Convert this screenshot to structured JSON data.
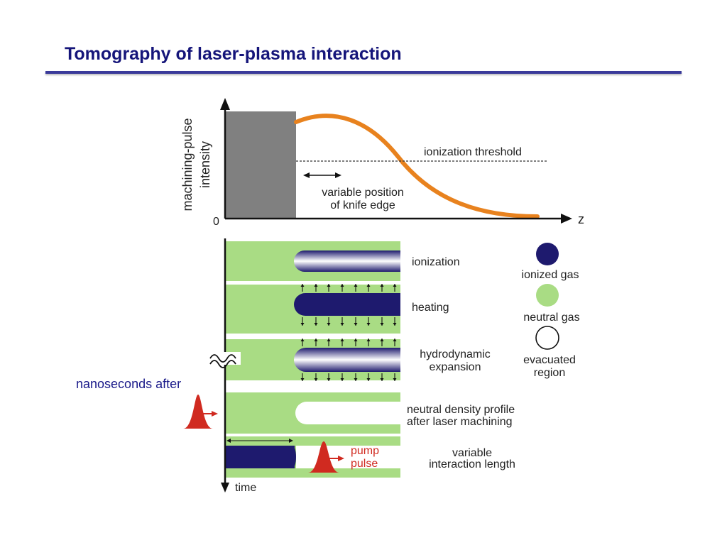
{
  "title": "Tomography of laser-plasma interaction",
  "diagram": {
    "axis_y_label_line1": "machining-pulse",
    "axis_y_label_line2": "intensity",
    "axis_origin": "0",
    "axis_x_label": "z",
    "threshold_label": "ionization threshold",
    "knife_label_line1": "variable position",
    "knife_label_line2": "of knife edge",
    "time_label": "time",
    "side_label": "nanoseconds after",
    "pump_label_line1": "pump",
    "pump_label_line2": "pulse",
    "rows": [
      {
        "line1": "ionization",
        "line2": ""
      },
      {
        "line1": "heating",
        "line2": ""
      },
      {
        "line1": "hydrodynamic",
        "line2": "expansion"
      },
      {
        "line1": "neutral density profile",
        "line2": "after laser machining"
      },
      {
        "line1": "variable",
        "line2": "interaction length"
      }
    ],
    "legend": [
      {
        "line1": "ionized gas",
        "line2": "",
        "color": "#1e1a6e"
      },
      {
        "line1": "neutral gas",
        "line2": "",
        "color": "#a9dc84"
      },
      {
        "line1": "evacuated",
        "line2": "region",
        "color": "#ffffff"
      }
    ],
    "colors": {
      "title": "#15157a",
      "neutral_gas": "#a9dc84",
      "ionized_gas": "#1e1a6e",
      "pulse_curve": "#e8821e",
      "pump_pulse": "#d02a20",
      "knife_block": "#808080"
    }
  }
}
